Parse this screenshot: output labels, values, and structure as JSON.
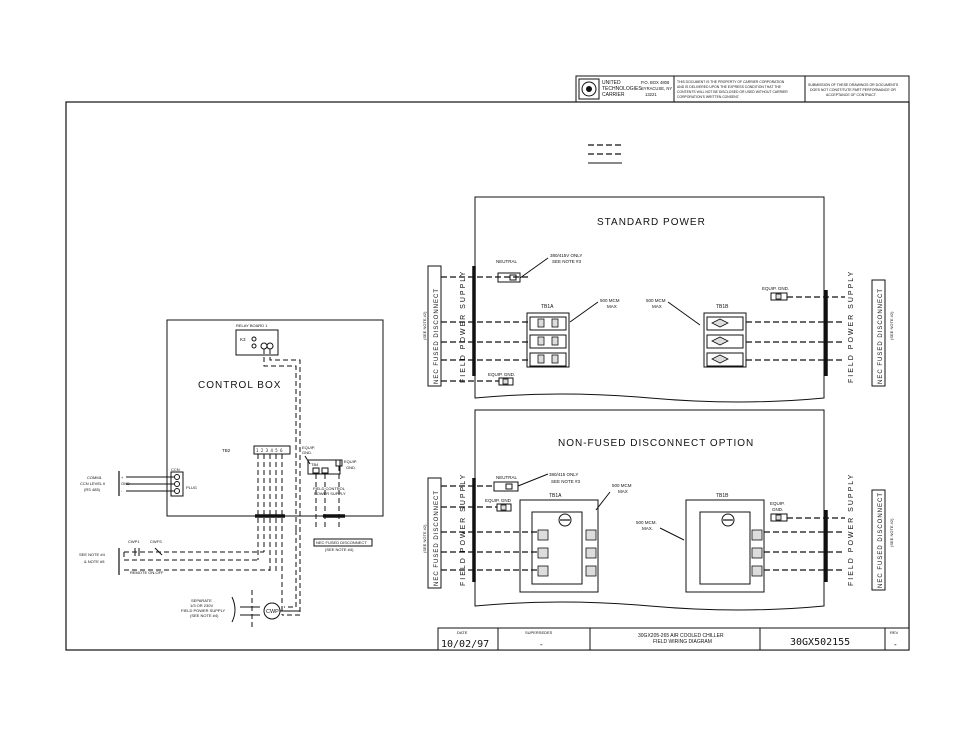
{
  "title_block": {
    "company_line1": "UNITED",
    "company_line2": "TECHNOLOGIES",
    "company_line3": "CARRIER",
    "address_line1": "P.O. BOX 4808",
    "address_line2": "SYRACUSE, NY",
    "address_line3": "13221",
    "notice_1": "THIS DOCUMENT IS THE PROPERTY OF CARRIER CORPORATION",
    "notice_2": "AND IS DELIVERED UPON THE EXPRESS CONDITION THAT THE",
    "notice_3": "CONTENTS WILL NOT BE DISCLOSED OR USED WITHOUT CARRIER",
    "notice_4": "CORPORATION'S WRITTEN CONSENT.",
    "notice2_1": "SUBMISSION OF THESE DRAWINGS OR DOCUMENTS",
    "notice2_2": "DOES NOT CONSTITUTE PART PERFORMANCE OR",
    "notice2_3": "ACCEPTANCE OF CONTRACT."
  },
  "bottom_block": {
    "date_label": "DATE",
    "date_value": "10/02/97",
    "supersedes_label": "SUPERSEDES",
    "supersedes_value": "-",
    "drawing_title_1": "30GX205-265 AIR COOLED CHILLER",
    "drawing_title_2": "FIELD WIRING DIAGRAM",
    "drawing_number": "30GX502155",
    "rev_label": "REV",
    "rev_value": "-"
  },
  "control_box": {
    "title": "CONTROL BOX",
    "relay_board": "RELAY BOARD 1",
    "k3": "K3",
    "tb2": "TB2",
    "tb2_terms": "1 2 3 4 5 6",
    "tb4": "TB4",
    "equip_gnd_1": "EQUIP.",
    "equip_gnd_2": "GND.",
    "equip_gnd_3": "EQUIP.",
    "equip_gnd_4": "GND.",
    "field_control_1": "FIELD CONTROL",
    "field_control_2": "POWER SUPPLY",
    "ccn": "CCN",
    "plug": "PLUG",
    "comm1_1": "COMM1",
    "comm1_2": "CCN LEVEL II",
    "comm1_3": "(RS 485)",
    "plus": "+",
    "gnd": "GND",
    "minus": "-",
    "nec_fused": "NEC FUSED DISCONNECT",
    "see_note4": "(SEE NOTE #4)",
    "cwp1": "CWP1",
    "cwfs": "CWFS",
    "see_note_4": "SEE NOTE #4",
    "and_note_5": "& NOTE #5",
    "remote": "REMOTE ON-OFF",
    "sep_1": "SEPARATE",
    "sep_2": "1/3 OR 230V",
    "sep_3": "FIELD POWER SUPPLY",
    "sep_4": "(SEE NOTE #4)",
    "cwp": "CWP"
  },
  "standard_power": {
    "title": "STANDARD POWER",
    "neutral": "NEUTRAL",
    "note_1": "380/415V ONLY",
    "note_2": "SEE NOTE #3",
    "tb1a": "TB1A",
    "tb1b": "TB1B",
    "mcm_left_1": "500 MCM",
    "mcm_left_2": "MAX",
    "mcm_right_1": "500 MCM",
    "mcm_right_2": "MAX",
    "equip_gnd_left": "EQUIP. GND.",
    "equip_gnd_right": "EQUIP. GND.",
    "left_vert_1": "NEC FUSED DISCONNECT",
    "left_vert_2": "(SEE NOTE #2)",
    "left_vert_3": "FIELD POWER SUPPLY",
    "right_vert_1": "FIELD POWER SUPPLY",
    "right_vert_2": "NEC FUSED DISCONNECT",
    "right_vert_3": "(SEE NOTE #2)"
  },
  "nonfused": {
    "title": "NON-FUSED DISCONNECT OPTION",
    "neutral": "NEUTRAL",
    "note_1": "380/415 ONLY",
    "note_2": "SEE NOTE #3",
    "tb1a": "TB1A",
    "tb1b": "TB1B",
    "mcm_left_1": "500 MCM",
    "mcm_left_2": "MAX",
    "mcm_right_1": "500 MCM.",
    "mcm_right_2": "MAX.",
    "equip_gnd_left": "EQUIP. GND",
    "equip_gnd_r1": "EQUIP.",
    "equip_gnd_r2": "GND.",
    "left_vert_1": "NEC FUSED DISCONNECT",
    "left_vert_2": "(SEE NOTE #2)",
    "left_vert_3": "FIELD POWER SUPPLY",
    "right_vert_1": "FIELD POWER SUPPLY",
    "right_vert_2": "NEC FUSED DISCONNECT",
    "right_vert_3": "(SEE NOTE #2)"
  }
}
